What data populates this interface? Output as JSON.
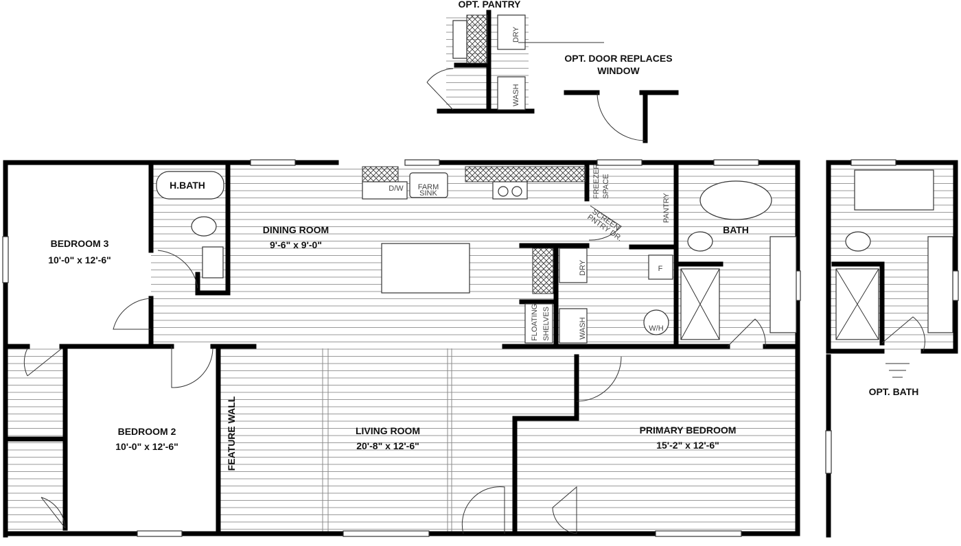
{
  "colors": {
    "wall": "#000000",
    "floor_lines": "#9a9a9a",
    "background": "#ffffff"
  },
  "rooms": {
    "bedroom3": {
      "name": "BEDROOM 3",
      "size": "10'-0\" x 12'-6\""
    },
    "hbath": {
      "name": "H.BATH"
    },
    "dining": {
      "name": "DINING ROOM",
      "size": "9'-6\" x 9'-0\""
    },
    "bath": {
      "name": "BATH"
    },
    "bedroom2": {
      "name": "BEDROOM 2",
      "size": "10'-0\" x 12'-6\""
    },
    "living": {
      "name": "LIVING ROOM",
      "size": "20'-8\" x 12'-6\""
    },
    "primary": {
      "name": "PRIMARY BEDROOM",
      "size": "15'-2\" x 12'-6\""
    },
    "feature_wall": "FEATURE WALL"
  },
  "fixtures": {
    "dw": "D/W",
    "farm_sink": [
      "FARM",
      "SINK"
    ],
    "freezer": [
      "FREEZER",
      "SPACE"
    ],
    "screen_door": [
      "SCREEN",
      "PNTRY DR."
    ],
    "pantry": "PANTRY",
    "dry": "DRY",
    "wash": "WASH",
    "floating_shelves": [
      "FLOATING",
      "SHELVES"
    ],
    "f": "F",
    "wh": "W/H"
  },
  "options": {
    "opt_pantry": "OPT. PANTRY",
    "opt_pantry_dry": "DRY",
    "opt_pantry_wash": "WASH",
    "opt_door": [
      "OPT. DOOR REPLACES",
      "WINDOW"
    ],
    "opt_bath": "OPT. BATH"
  }
}
